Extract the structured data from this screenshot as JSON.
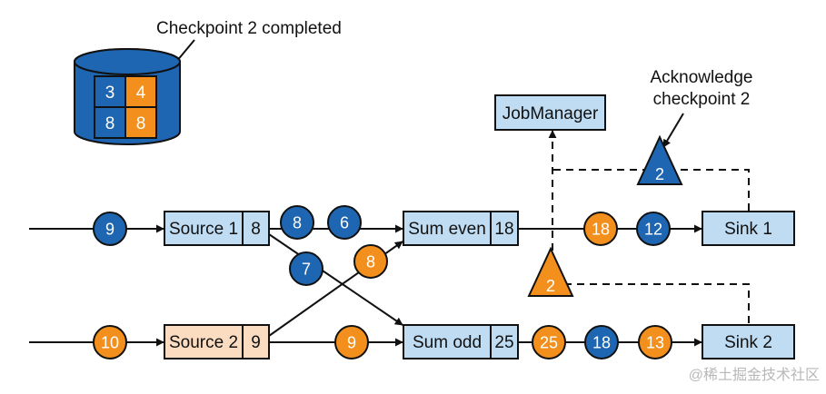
{
  "colors": {
    "blue": "#1f66b2",
    "orange": "#f3901d",
    "node_blue_fill": "#bfdcf2",
    "node_orange_fill": "#fbdcc0",
    "edge": "#111111"
  },
  "annotations": {
    "checkpoint_completed": "Checkpoint 2 completed",
    "acknowledge_line1": "Acknowledge",
    "acknowledge_line2": "checkpoint 2"
  },
  "storage": {
    "icon": "database-icon",
    "cells": [
      {
        "value": "3",
        "color": "blue"
      },
      {
        "value": "4",
        "color": "orange"
      },
      {
        "value": "8",
        "color": "blue"
      },
      {
        "value": "8",
        "color": "orange"
      }
    ]
  },
  "nodes": {
    "source1": {
      "label": "Source 1",
      "value": "8"
    },
    "source2": {
      "label": "Source 2",
      "value": "9"
    },
    "sum_even": {
      "label": "Sum even",
      "value": "18"
    },
    "sum_odd": {
      "label": "Sum odd",
      "value": "25"
    },
    "sink1": {
      "label": "Sink 1"
    },
    "sink2": {
      "label": "Sink 2"
    },
    "jobmanager": {
      "label": "JobManager"
    }
  },
  "records": [
    {
      "value": "9",
      "color": "blue"
    },
    {
      "value": "8",
      "color": "blue"
    },
    {
      "value": "6",
      "color": "blue"
    },
    {
      "value": "7",
      "color": "blue"
    },
    {
      "value": "8",
      "color": "orange"
    },
    {
      "value": "18",
      "color": "orange"
    },
    {
      "value": "12",
      "color": "blue"
    },
    {
      "value": "10",
      "color": "orange"
    },
    {
      "value": "9",
      "color": "orange"
    },
    {
      "value": "25",
      "color": "orange"
    },
    {
      "value": "18",
      "color": "blue"
    },
    {
      "value": "13",
      "color": "orange"
    }
  ],
  "barriers": [
    {
      "value": "2",
      "color": "blue"
    },
    {
      "value": "2",
      "color": "orange"
    }
  ],
  "watermark": "@稀土掘金技术社区"
}
